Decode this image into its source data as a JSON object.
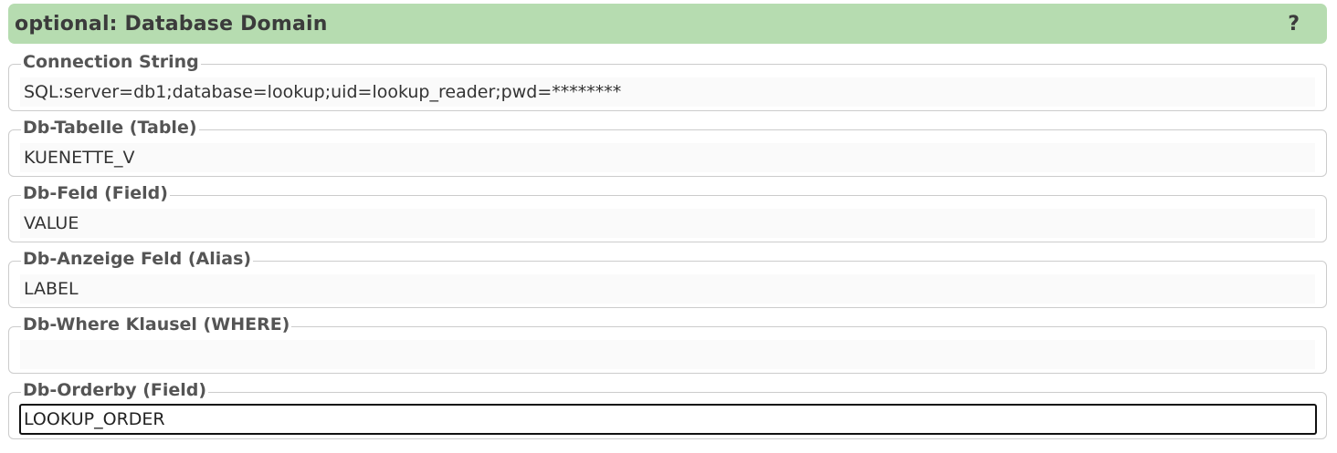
{
  "header": {
    "title": "optional: Database Domain",
    "help_label": "?"
  },
  "fields": [
    {
      "label": "Connection String",
      "value": "SQL:server=db1;database=lookup;uid=lookup_reader;pwd=********"
    },
    {
      "label": "Db-Tabelle (Table)",
      "value": "KUENETTE_V"
    },
    {
      "label": "Db-Feld (Field)",
      "value": "VALUE"
    },
    {
      "label": "Db-Anzeige Feld (Alias)",
      "value": "LABEL"
    },
    {
      "label": "Db-Where Klausel (WHERE)",
      "value": ""
    },
    {
      "label": "Db-Orderby (Field)",
      "value": "LOOKUP_ORDER"
    }
  ],
  "colors": {
    "header_bg": "#b6dcb0",
    "border": "#cccccc",
    "focus_border": "#111111"
  }
}
